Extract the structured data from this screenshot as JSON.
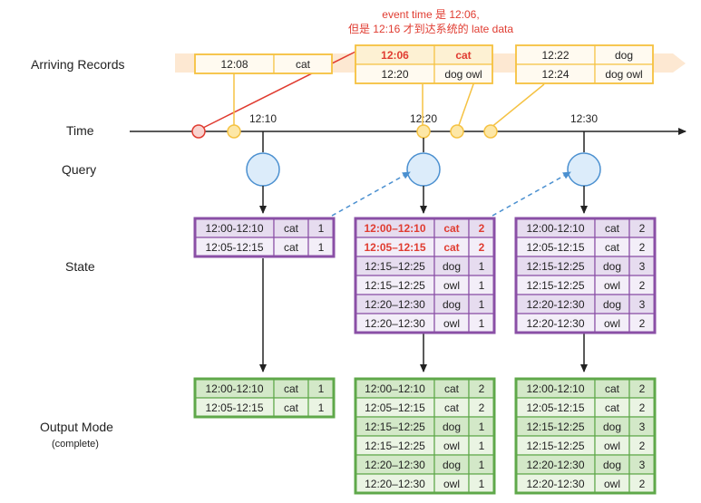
{
  "annotation": {
    "line1": "event time 是 12:06,",
    "line2": "但是 12:16 才到达系统的 late data"
  },
  "row_labels": {
    "arriving": "Arriving Records",
    "time": "Time",
    "query": "Query",
    "state": "State",
    "output": "Output Mode",
    "output_sub": "(complete)"
  },
  "ticks": [
    "12:10",
    "12:20",
    "12:30"
  ],
  "arrivals": [
    {
      "rows": [
        {
          "time": "12:08",
          "word": "cat"
        }
      ]
    },
    {
      "rows": [
        {
          "time": "12:06",
          "word": "cat",
          "late": true
        },
        {
          "time": "12:20",
          "word": "dog owl"
        }
      ]
    },
    {
      "rows": [
        {
          "time": "12:22",
          "word": "dog"
        },
        {
          "time": "12:24",
          "word": "dog owl"
        }
      ]
    }
  ],
  "states": [
    {
      "rows": [
        {
          "window": "12:00-12:10",
          "word": "cat",
          "count": "1"
        },
        {
          "window": "12:05-12:15",
          "word": "cat",
          "count": "1"
        }
      ]
    },
    {
      "rows": [
        {
          "window": "12:00–12:10",
          "word": "cat",
          "count": "2",
          "highlight": true
        },
        {
          "window": "12:05–12:15",
          "word": "cat",
          "count": "2",
          "highlight": true
        },
        {
          "window": "12:15–12:25",
          "word": "dog",
          "count": "1"
        },
        {
          "window": "12:15–12:25",
          "word": "owl",
          "count": "1"
        },
        {
          "window": "12:20–12:30",
          "word": "dog",
          "count": "1"
        },
        {
          "window": "12:20–12:30",
          "word": "owl",
          "count": "1"
        }
      ]
    },
    {
      "rows": [
        {
          "window": "12:00-12:10",
          "word": "cat",
          "count": "2"
        },
        {
          "window": "12:05-12:15",
          "word": "cat",
          "count": "2"
        },
        {
          "window": "12:15-12:25",
          "word": "dog",
          "count": "3"
        },
        {
          "window": "12:15-12:25",
          "word": "owl",
          "count": "2"
        },
        {
          "window": "12:20-12:30",
          "word": "dog",
          "count": "3"
        },
        {
          "window": "12:20-12:30",
          "word": "owl",
          "count": "2"
        }
      ]
    }
  ],
  "outputs": [
    {
      "rows": [
        {
          "window": "12:00-12:10",
          "word": "cat",
          "count": "1"
        },
        {
          "window": "12:05-12:15",
          "word": "cat",
          "count": "1"
        }
      ]
    },
    {
      "rows": [
        {
          "window": "12:00–12:10",
          "word": "cat",
          "count": "2"
        },
        {
          "window": "12:05–12:15",
          "word": "cat",
          "count": "2"
        },
        {
          "window": "12:15–12:25",
          "word": "dog",
          "count": "1"
        },
        {
          "window": "12:15–12:25",
          "word": "owl",
          "count": "1"
        },
        {
          "window": "12:20–12:30",
          "word": "dog",
          "count": "1"
        },
        {
          "window": "12:20–12:30",
          "word": "owl",
          "count": "1"
        }
      ]
    },
    {
      "rows": [
        {
          "window": "12:00-12:10",
          "word": "cat",
          "count": "2"
        },
        {
          "window": "12:05-12:15",
          "word": "cat",
          "count": "2"
        },
        {
          "window": "12:15-12:25",
          "word": "dog",
          "count": "3"
        },
        {
          "window": "12:15-12:25",
          "word": "owl",
          "count": "2"
        },
        {
          "window": "12:20-12:30",
          "word": "dog",
          "count": "3"
        },
        {
          "window": "12:20-12:30",
          "word": "owl",
          "count": "2"
        }
      ]
    }
  ],
  "colors": {
    "late_red": "#e03c31",
    "arrival_border": "#f5c242",
    "arrival_fill": "#fdf1d3",
    "stream_band": "#fde8d2",
    "state_border": "#8a4fa6",
    "state_row_a": "#e6dcef",
    "state_row_b": "#f3eef8",
    "output_border": "#5fa84a",
    "output_row_a": "#d3e8c8",
    "output_row_b": "#eaf4e3",
    "query_fill": "#dcecfa",
    "query_stroke": "#4b90d0",
    "axis": "#222222"
  }
}
